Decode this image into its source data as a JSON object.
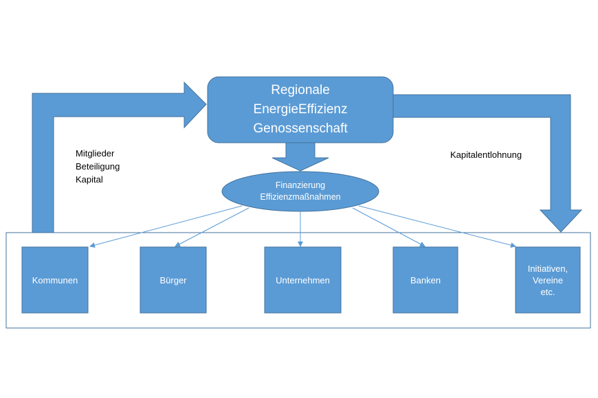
{
  "main_box": {
    "lines": [
      "Regionale",
      "EnergieEffizienz",
      "Genossenschaft"
    ]
  },
  "financing": {
    "lines": [
      "Finanzierung",
      "Effizienzmaßnahmen"
    ]
  },
  "left_label": {
    "lines": [
      "Mitglieder",
      "Beteiligung",
      "Kapital"
    ]
  },
  "right_label": "Kapitalentlohnung",
  "stakeholders": [
    {
      "lines": [
        "Kommunen"
      ]
    },
    {
      "lines": [
        "Bürger"
      ]
    },
    {
      "lines": [
        "Unternehmen"
      ]
    },
    {
      "lines": [
        "Banken"
      ]
    },
    {
      "lines": [
        "Initiativen,",
        "Vereine",
        "etc."
      ]
    }
  ],
  "colors": {
    "fill": "#5b9bd5",
    "stroke": "#41719c",
    "connector": "#5b9bd5"
  }
}
